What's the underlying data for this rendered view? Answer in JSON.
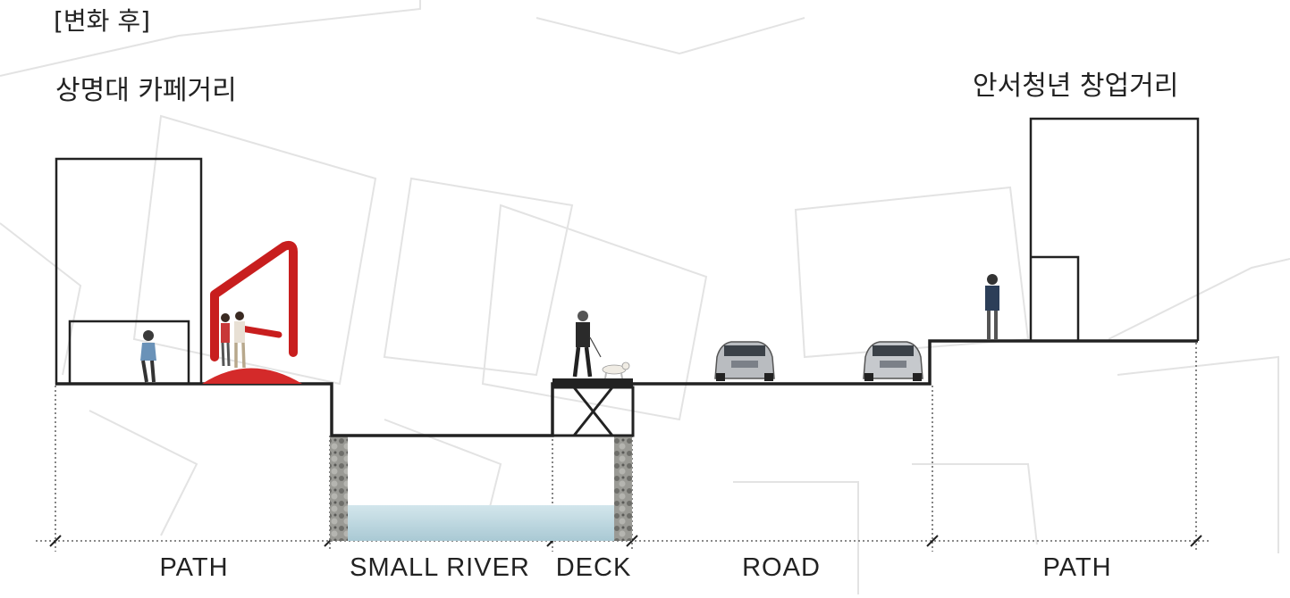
{
  "heading": "[변화 후]",
  "left_street": "상명대 카페거리",
  "right_street": "안서청년 창업거리",
  "segments": [
    {
      "label": "PATH"
    },
    {
      "label": "SMALL RIVER"
    },
    {
      "label": "DECK"
    },
    {
      "label": "ROAD"
    },
    {
      "label": "PATH"
    }
  ],
  "colors": {
    "line": "#222222",
    "sculpture": "#d42a2a",
    "water": "#b9d6e0",
    "stone": "#8a8a86",
    "map_trace": "#e4e4e4"
  }
}
